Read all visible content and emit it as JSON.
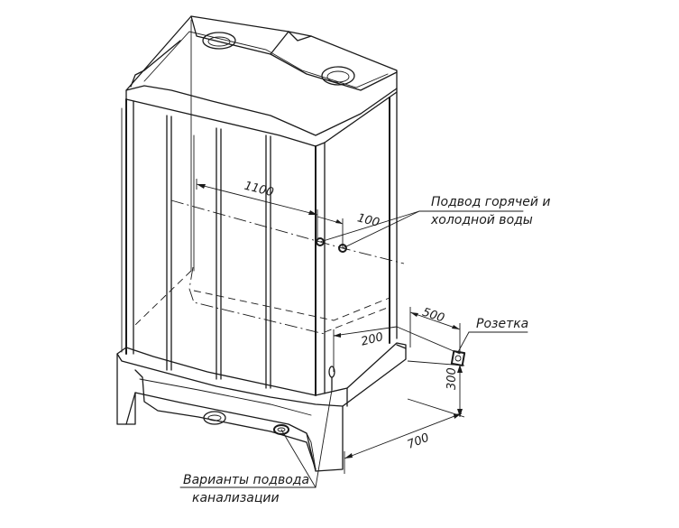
{
  "dimensions": {
    "width_1100": "1100",
    "offset_100": "100",
    "depth_500": "500",
    "offset_200": "200",
    "height_300": "300",
    "width_700": "700"
  },
  "labels": {
    "water_line1": "Подвод горячей и",
    "water_line2": "холодной воды",
    "socket": "Розетка",
    "drain_line1": "Варианты подвода",
    "drain_line2": "канализации"
  }
}
